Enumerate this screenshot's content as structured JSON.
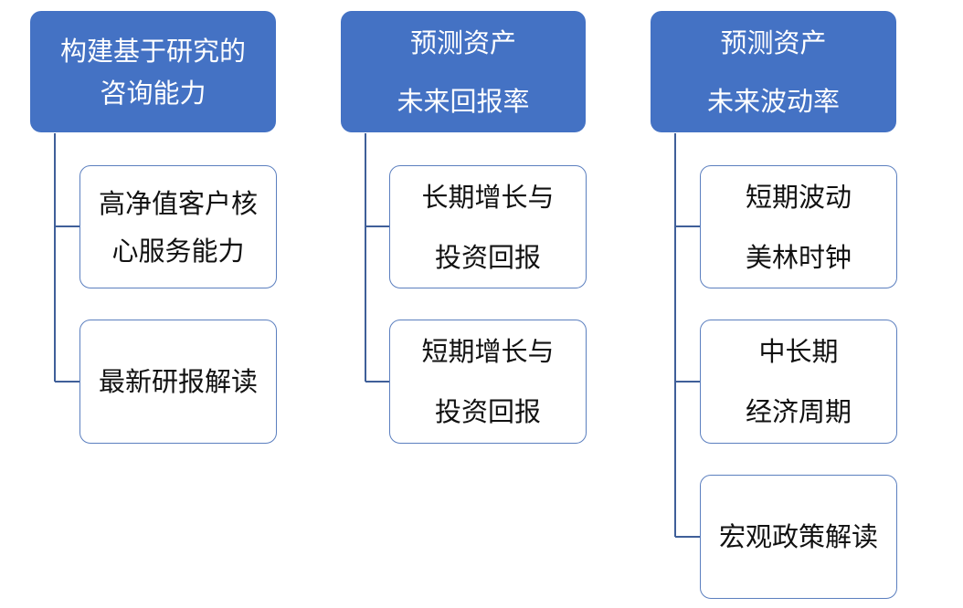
{
  "columns": [
    {
      "header": {
        "lines": [
          "构建基于研究的",
          "咨询能力"
        ]
      },
      "items": [
        {
          "lines": [
            "高净值客户核",
            "心服务能力"
          ]
        },
        {
          "lines": [
            "最新研报解读"
          ]
        }
      ]
    },
    {
      "header": {
        "lines": [
          "预测资产",
          "未来回报率"
        ]
      },
      "items": [
        {
          "lines": [
            "长期增长与",
            "投资回报"
          ]
        },
        {
          "lines": [
            "短期增长与",
            "投资回报"
          ]
        }
      ]
    },
    {
      "header": {
        "lines": [
          "预测资产",
          "未来波动率"
        ]
      },
      "items": [
        {
          "lines": [
            "短期波动",
            "美林时钟"
          ]
        },
        {
          "lines": [
            "中长期",
            "经济周期"
          ]
        },
        {
          "lines": [
            "宏观政策解读"
          ]
        }
      ]
    }
  ],
  "colors": {
    "header_fill": "#4472c4",
    "header_text": "#ffffff",
    "child_border": "#5b7fbf",
    "connector": "#3f5f99",
    "child_text": "#111111"
  }
}
